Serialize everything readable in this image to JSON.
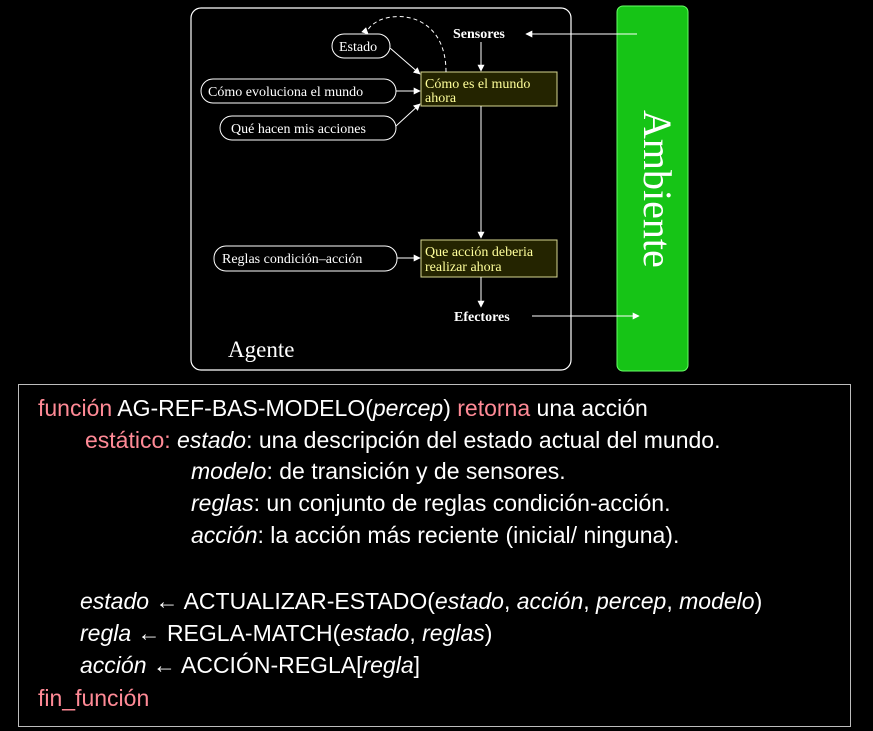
{
  "diagram": {
    "agent_label": "Agente",
    "environment_label": "Ambiente",
    "sensors": "Sensores",
    "effectors": "Efectores",
    "state": "Estado",
    "world_evolution": "Cómo evoluciona el mundo",
    "my_actions": "Qué hacen mis acciones",
    "condition_rules": "Reglas condición–acción",
    "world_now_line1": "Cómo es el mundo",
    "world_now_line2": "ahora",
    "action_line1": "Que acción deberia",
    "action_line2": "realizar ahora"
  },
  "code": {
    "kw_function": "función",
    "fn_name": "AG-REF-BAS-MODELO(",
    "param_percep": "percep",
    "close_paren": ")",
    "kw_returns": "retorna",
    "returns_text": "una acción",
    "kw_static": "estático:",
    "var_estado": "estado",
    "estado_desc": ": una descripción del estado actual del mundo.",
    "var_modelo": "modelo",
    "modelo_desc": ": de transición y de sensores.",
    "var_reglas": "reglas",
    "reglas_desc": ": un conjunto de reglas condición-acción.",
    "var_accion": "acción",
    "accion_desc": ": la acción más reciente (inicial/ ninguna).",
    "arrow": "←",
    "update_fn": "ACTUALIZAR-ESTADO(",
    "comma": ", ",
    "var_regla": "regla",
    "match_fn": "REGLA-MATCH(",
    "rule_action_fn": "ACCIÓN-REGLA[",
    "close_bracket": "]",
    "kw_end": "fin_función"
  },
  "colors": {
    "keyword": "#ff8a96",
    "environment": "#16c416",
    "box_fill": "#242400",
    "box_text": "#ffff9a"
  }
}
